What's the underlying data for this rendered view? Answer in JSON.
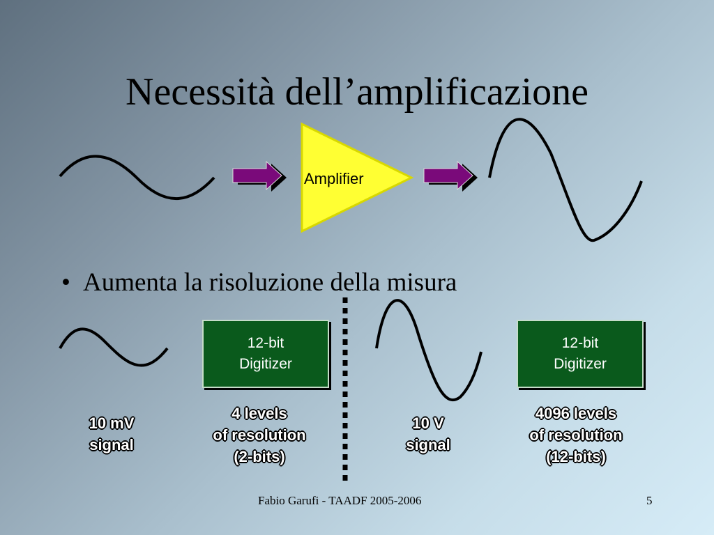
{
  "slide": {
    "title": "Necessità dell’amplificazione",
    "bullet_marker": "•",
    "bullet_text": "Aumenta la risoluzione della misura",
    "amplifier_label": "Amplifier",
    "left_digitizer": {
      "line1": "12-bit",
      "line2": "Digitizer"
    },
    "right_digitizer": {
      "line1": "12-bit",
      "line2": "Digitizer"
    },
    "left_signal": {
      "line1": "10 mV",
      "line2": "signal"
    },
    "right_signal": {
      "line1": "10 V",
      "line2": "signal"
    },
    "left_resolution": {
      "line1": "4 levels",
      "line2": "of resolution",
      "line3": "(2-bits)"
    },
    "right_resolution": {
      "line1": "4096 levels",
      "line2": "of resolution",
      "line3": "(12-bits)"
    },
    "footer": {
      "author": "Fabio Garufi - TAADF 2005-2006",
      "page_number": "5"
    }
  },
  "colors": {
    "arrow_fill": "#7a0a7a",
    "amplifier_fill": "#ffff33",
    "amplifier_border": "#d8d800",
    "digitizer_fill": "#0a5a1c"
  }
}
